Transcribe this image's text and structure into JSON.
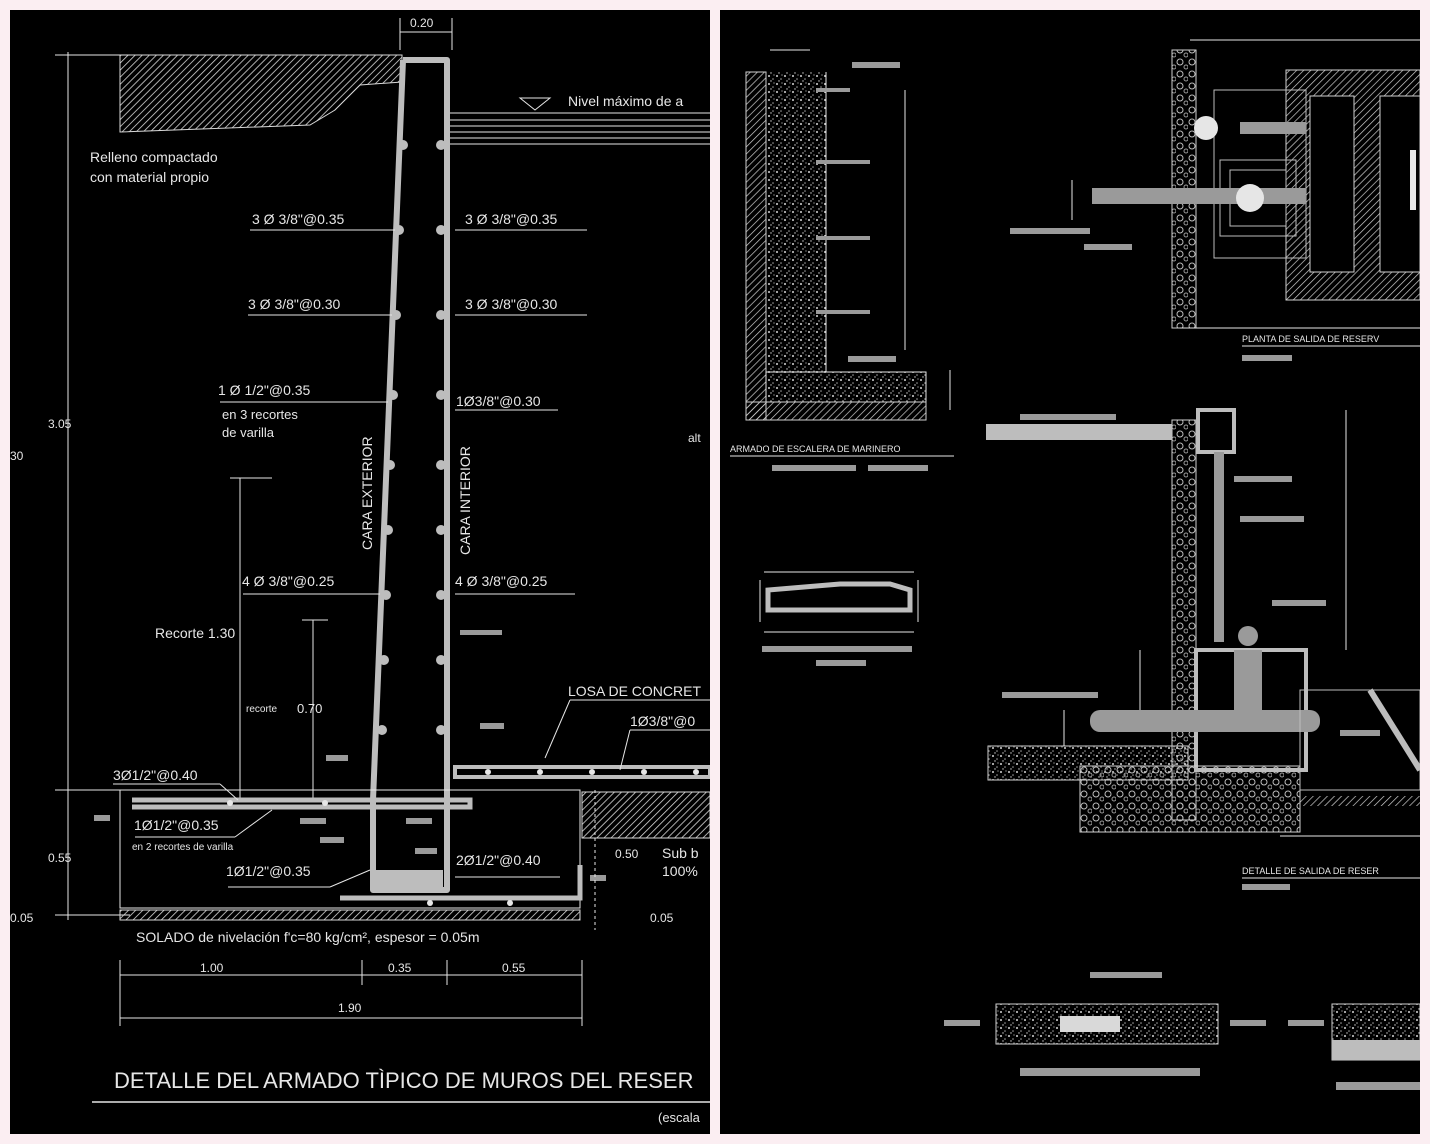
{
  "left": {
    "top_dimension": "0.20",
    "fill_note_line1": "Relleno compactado",
    "fill_note_line2": "con material propio",
    "water_level": "Nivel máximo de a",
    "dim_height_main": "3.05",
    "dim_height_outer": "30",
    "rebar_ext_1": "3 Ø 3/8\"@0.35",
    "rebar_int_1": "3 Ø 3/8\"@0.35",
    "rebar_ext_2": "3 Ø 3/8\"@0.30",
    "rebar_int_2": "3 Ø 3/8\"@0.30",
    "rebar_ext_3": "1 Ø 1/2\"@0.35",
    "rebar_ext_3_note1": "en 3 recortes",
    "rebar_ext_3_note2": "de varilla",
    "rebar_int_3": "1Ø3/8\"@0.30",
    "side_alt": "alt",
    "face_exterior": "CARA EXTERIOR",
    "face_interior": "CARA INTERIOR",
    "rebar_ext_4": "4 Ø 3/8\"@0.25",
    "rebar_int_4": "4 Ø 3/8\"@0.25",
    "recorte_130": "Recorte 1.30",
    "recorte_070_a": "recorte",
    "recorte_070_b": "0.70",
    "slab_label": "LOSA DE CONCRET",
    "slab_rebar": "1Ø3/8\"@0",
    "footing_top_rebar": "3Ø1/2\"@0.40",
    "footing_rebar_1": "1Ø1/2\"@0.35",
    "footing_rebar_1_note": "en 2 recortes de varilla",
    "footing_rebar_2": "1Ø1/2\"@0.35",
    "footing_rebar_3": "2Ø1/2\"@0.40",
    "dim_055": "0.55",
    "dim_005_left": "0.05",
    "dim_050": "0.50",
    "dim_005_right": "0.05",
    "subbase_1": "Sub b",
    "subbase_2": "100%",
    "solado": "SOLADO de nivelación f'c=80 kg/cm², espesor = 0.05m",
    "dim_100": "1.00",
    "dim_035": "0.35",
    "dim_055_b": "0.55",
    "dim_190": "1.90",
    "title": "DETALLE DEL ARMADO TÌPICO DE MUROS DEL RESER",
    "scale": "(escala"
  },
  "right": {
    "ladder_title": "ARMADO DE ESCALERA DE MARINERO",
    "outlet_plan_title": "PLANTA DE SALIDA DE RESERV",
    "outlet_detail_title": "DETALLE DE SALIDA DE RESER"
  },
  "colors": {
    "page_border": "#fbeef2",
    "panel_bg": "#000000",
    "line": "#e6e6e6",
    "gray_line": "#bdbdbd"
  }
}
